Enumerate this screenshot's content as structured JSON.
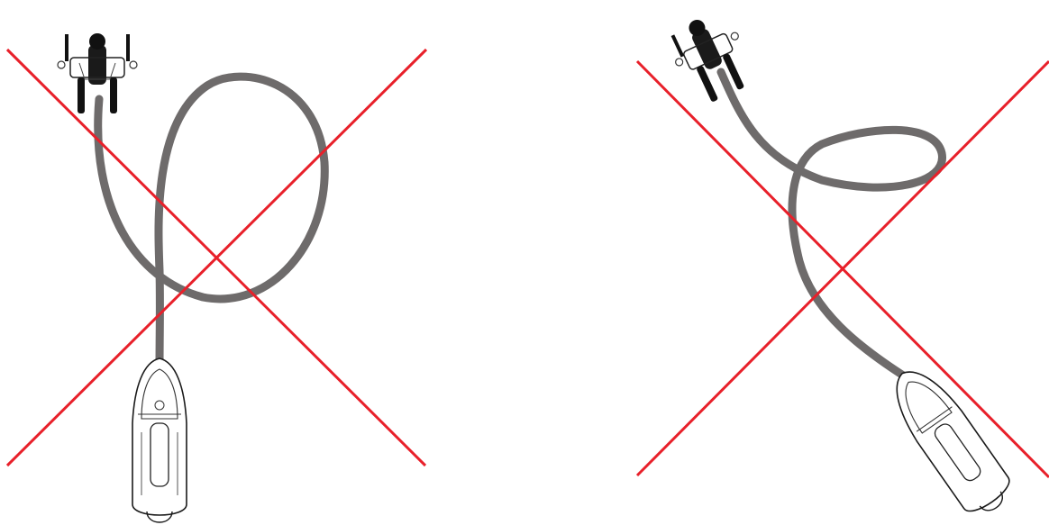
{
  "diagram": {
    "panels": [
      {
        "id": "left",
        "subject": "jetpack-pilot-icon",
        "vehicle": "personal-watercraft-icon",
        "hose_shape": "vertical-loop",
        "marked_incorrect": true
      },
      {
        "id": "right",
        "subject": "jetpack-pilot-icon",
        "vehicle": "personal-watercraft-icon",
        "hose_shape": "diagonal-loop",
        "marked_incorrect": true
      }
    ],
    "colors": {
      "background": "#ffffff",
      "cross": "#e8202a",
      "hose": "#6e6b6b",
      "outline": "#1a1a1a",
      "figure": "#111111"
    },
    "icons": [
      "pilot-icon",
      "watercraft-icon",
      "cross-mark-icon"
    ]
  }
}
